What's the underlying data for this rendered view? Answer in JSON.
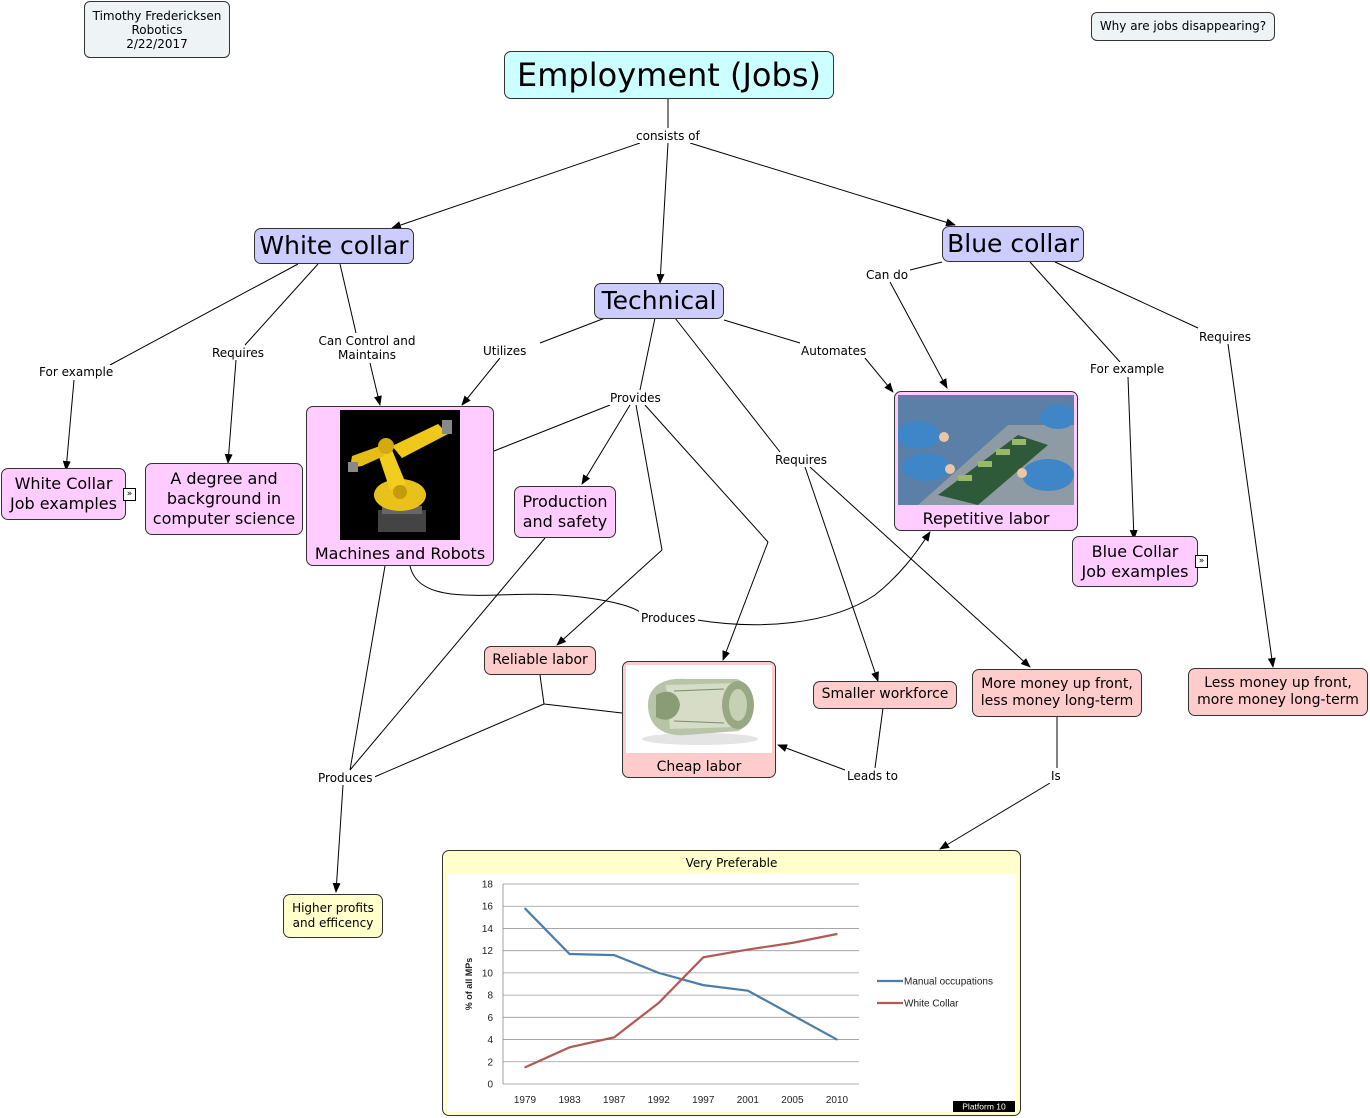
{
  "colors": {
    "root": "#ccffff",
    "category": "#ccccff",
    "concept": "#ffccff",
    "outcome": "#ffcccc",
    "result": "#ffffcc",
    "note": "#eef3f6",
    "manual_series": "#4a7ea8",
    "white_collar_series": "#b05a55"
  },
  "header": {
    "author": "Timothy Fredericksen",
    "subject": "Robotics",
    "date": "2/22/2017",
    "question": "Why are jobs disappearing?"
  },
  "nodes": {
    "employment": "Employment (Jobs)",
    "white_collar": "White collar",
    "technical": "Technical",
    "blue_collar": "Blue collar",
    "white_collar_examples": "White Collar Job examples",
    "degree": "A degree and background in computer science",
    "machines": "Machines and Robots",
    "production_safety": "Production and safety",
    "repetitive_labor": "Repetitive labor",
    "blue_collar_examples": "Blue Collar Job examples",
    "reliable_labor": "Reliable labor",
    "cheap_labor": "Cheap labor",
    "smaller_workforce": "Smaller workforce",
    "more_money": "More money up front, less money long-term",
    "less_money": "Less money up front, more money long-term",
    "higher_profits": "Higher profits and efficency",
    "very_preferable": "Very Preferable"
  },
  "links": {
    "consists_of": "consists of",
    "for_example_wc": "For example",
    "requires_wc": "Requires",
    "can_control": "Can Control and Maintains",
    "utilizes": "Utilizes",
    "provides": "Provides",
    "requires_tech": "Requires",
    "automates": "Automates",
    "can_do": "Can do",
    "for_example_bc": "For example",
    "requires_bc": "Requires",
    "produces_mid": "Produces",
    "produces_left": "Produces",
    "leads_to": "Leads to",
    "is": "Is"
  },
  "icons": {
    "expand": "expand-arrows-icon",
    "robot": "industrial-robot-arm-image",
    "assembly": "assembly-line-workers-image",
    "money": "rolled-dollar-bills-image"
  },
  "chart_data": {
    "type": "line",
    "title": "",
    "xlabel": "",
    "ylabel": "% of all MPs",
    "ylim": [
      0,
      18
    ],
    "yticks": [
      0,
      2,
      4,
      6,
      8,
      10,
      12,
      14,
      16,
      18
    ],
    "categories": [
      "1979",
      "1983",
      "1987",
      "1992",
      "1997",
      "2001",
      "2005",
      "2010"
    ],
    "series": [
      {
        "name": "Manual occupations",
        "values": [
          15.8,
          11.7,
          11.6,
          10.0,
          8.9,
          8.4,
          6.2,
          4.0
        ]
      },
      {
        "name": "White Collar",
        "values": [
          1.5,
          3.3,
          4.2,
          7.3,
          11.4,
          12.1,
          12.7,
          13.5
        ]
      }
    ],
    "grid": true,
    "legend_position": "right",
    "source": "Platform 10"
  }
}
